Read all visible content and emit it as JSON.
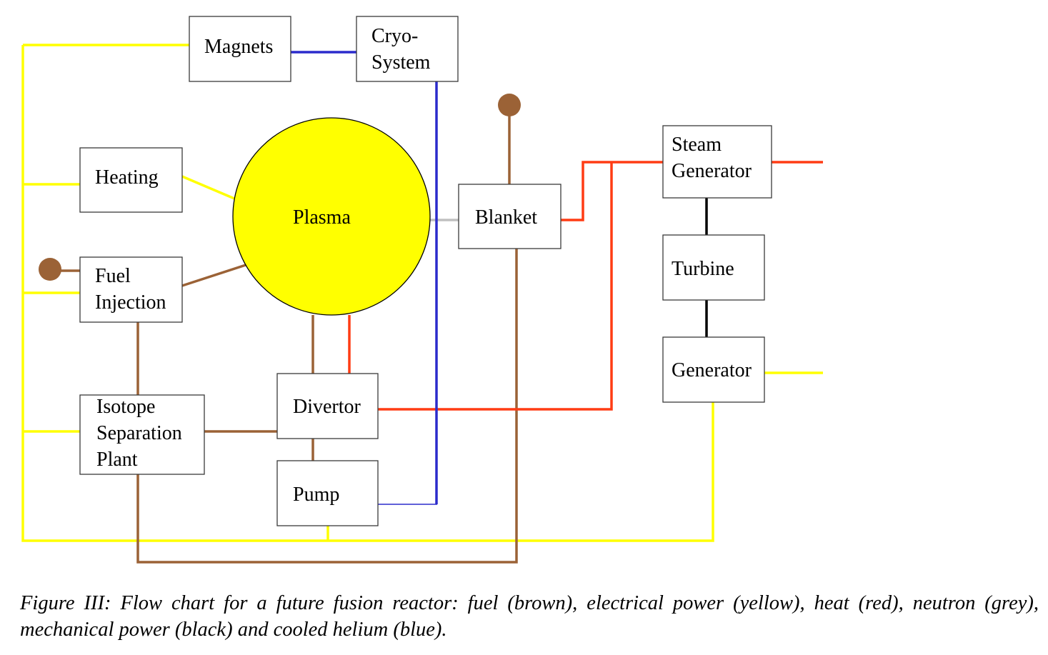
{
  "colors": {
    "fuel": "#9b6236",
    "electrical": "#ffff00",
    "heat": "#ff3c14",
    "neutron": "#c0c0c0",
    "mechanical": "#000000",
    "helium": "#2b2bcc",
    "plasma_fill": "#ffff00"
  },
  "nodes": {
    "magnets": {
      "lines": [
        "Magnets"
      ]
    },
    "cryo": {
      "lines": [
        "Cryo-",
        "System"
      ]
    },
    "heating": {
      "lines": [
        "Heating"
      ]
    },
    "plasma": {
      "lines": [
        "Plasma"
      ]
    },
    "blanket": {
      "lines": [
        "Blanket"
      ]
    },
    "fuel_injection": {
      "lines": [
        "Fuel",
        "Injection"
      ]
    },
    "steam_generator": {
      "lines": [
        "Steam",
        "Generator"
      ]
    },
    "turbine": {
      "lines": [
        "Turbine"
      ]
    },
    "generator": {
      "lines": [
        "Generator"
      ]
    },
    "isotope": {
      "lines": [
        "Isotope",
        "Separation",
        "Plant"
      ]
    },
    "divertor": {
      "lines": [
        "Divertor"
      ]
    },
    "pump": {
      "lines": [
        "Pump"
      ]
    }
  },
  "caption": "Figure III: Flow chart for a future fusion reactor: fuel (brown), electrical power (yellow), heat (red), neutron (grey), mechanical power (black) and cooled helium (blue)."
}
